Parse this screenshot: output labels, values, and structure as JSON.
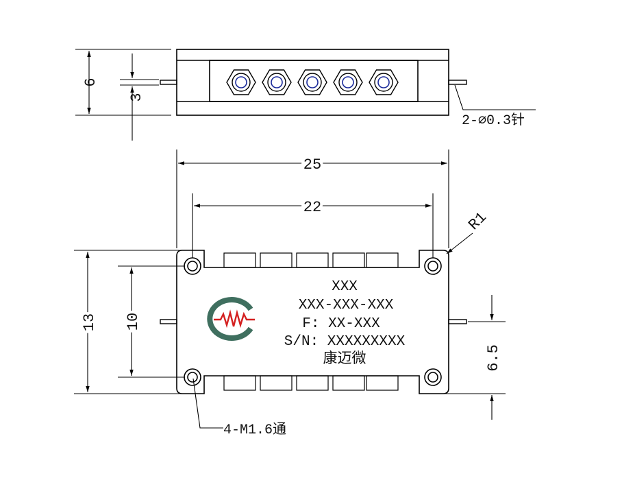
{
  "top_view": {
    "dim_height": "6",
    "dim_pin_offset": "3",
    "pin_note": "2-∅0.3针"
  },
  "front_view": {
    "dim_length": "25",
    "dim_hole_spacing": "22",
    "corner_radius": "R1",
    "dim_height": "13",
    "dim_hole_vertical": "10",
    "dim_pin_height": "6.5",
    "hole_note": "4-M1.6通"
  },
  "nameplate": {
    "line1": "XXX",
    "line2": "XXX-XXX-XXX",
    "line3": "F: XX-XXX",
    "line4": "S/N: XXXXXXXXX",
    "company": "康迈微"
  },
  "colors": {
    "line": "#000000",
    "logo_gray": "#3f6f5f",
    "logo_red": "#d42020",
    "connector_blue": "#1a2a9a"
  },
  "icons": [
    "company-logo-icon",
    "sma-connector-icon",
    "mounting-hole-icon"
  ]
}
